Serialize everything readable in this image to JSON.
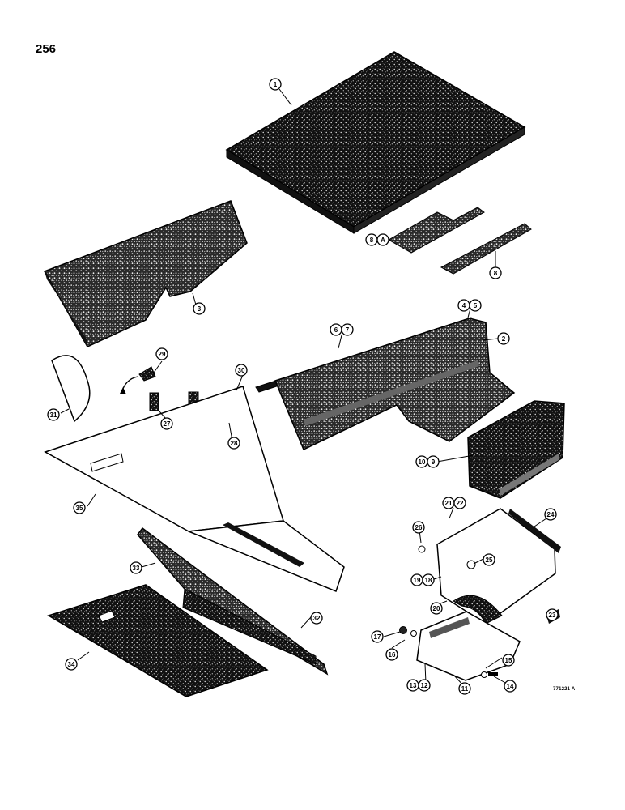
{
  "page_number": "256",
  "drawing_number": "771221 A",
  "callouts": [
    {
      "id": "part-1",
      "label": "1"
    },
    {
      "id": "part-8a",
      "label": "8 A"
    },
    {
      "id": "part-8",
      "label": "8"
    },
    {
      "id": "part-3",
      "label": "3"
    },
    {
      "id": "part-4-5",
      "label": "4 5"
    },
    {
      "id": "part-6-7",
      "label": "6 7"
    },
    {
      "id": "part-2",
      "label": "2"
    },
    {
      "id": "part-29",
      "label": "29"
    },
    {
      "id": "part-30",
      "label": "30"
    },
    {
      "id": "part-31",
      "label": "31"
    },
    {
      "id": "part-27",
      "label": "27"
    },
    {
      "id": "part-28",
      "label": "28"
    },
    {
      "id": "part-10-9",
      "label": "10 9"
    },
    {
      "id": "part-35",
      "label": "35"
    },
    {
      "id": "part-21-22",
      "label": "21 22"
    },
    {
      "id": "part-24",
      "label": "24"
    },
    {
      "id": "part-26",
      "label": "26"
    },
    {
      "id": "part-25",
      "label": "25"
    },
    {
      "id": "part-19-18",
      "label": "19 18"
    },
    {
      "id": "part-20",
      "label": "20"
    },
    {
      "id": "part-33",
      "label": "33"
    },
    {
      "id": "part-23",
      "label": "23"
    },
    {
      "id": "part-32",
      "label": "32"
    },
    {
      "id": "part-17",
      "label": "17"
    },
    {
      "id": "part-16",
      "label": "16"
    },
    {
      "id": "part-15",
      "label": "15"
    },
    {
      "id": "part-34",
      "label": "34"
    },
    {
      "id": "part-13-12",
      "label": "13 12"
    },
    {
      "id": "part-11",
      "label": "11"
    },
    {
      "id": "part-14",
      "label": "14"
    }
  ]
}
